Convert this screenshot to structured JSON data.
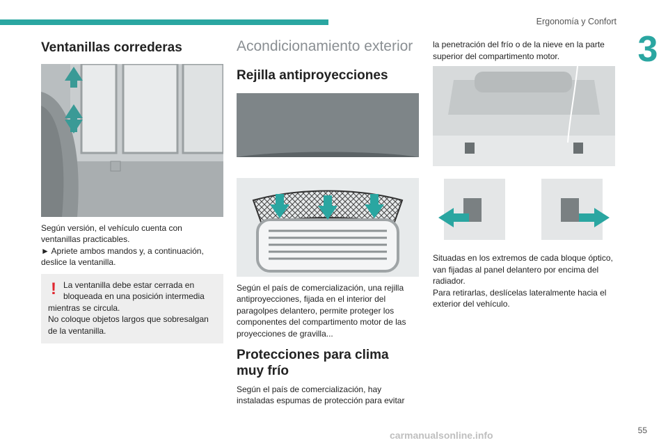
{
  "header": {
    "section": "Ergonomía y Confort",
    "chapter": "3"
  },
  "col1": {
    "title": "Ventanillas correderas",
    "text1": "Según versión, el vehículo cuenta con ventanillas practicables.",
    "text2": "► Apriete ambos mandos y, a continuación, deslice la ventanilla.",
    "warning": {
      "line1": "La ventanilla debe estar cerrada en bloqueada en una posición intermedia",
      "line2": "mientras se circula.",
      "line3": "No coloque objetos largos que sobresalgan de la ventanilla."
    }
  },
  "col2": {
    "heading": "Acondicionamiento exterior",
    "sub1": "Rejilla antiproyecciones",
    "text1": "Según el país de comercialización, una rejilla antiproyecciones, fijada en el interior del paragolpes delantero, permite proteger los componentes del compartimento motor de las proyecciones de gravilla...",
    "sub2": "Protecciones para clima muy frío",
    "text2": "Según el país de comercialización, hay instaladas espumas de protección para evitar"
  },
  "col3": {
    "text1": "la penetración del frío o de la nieve en la parte superior del compartimento motor.",
    "text2": "Situadas en los extremos de cada bloque óptico, van fijadas al panel delantero por encima del radiador.",
    "text3": "Para retirarlas, deslícelas lateralmente hacia el exterior del vehículo."
  },
  "footer": {
    "page": "55",
    "watermark": "carmanualsonline.info"
  },
  "colors": {
    "accent": "#2aa6a1",
    "warning": "#e0262f"
  }
}
